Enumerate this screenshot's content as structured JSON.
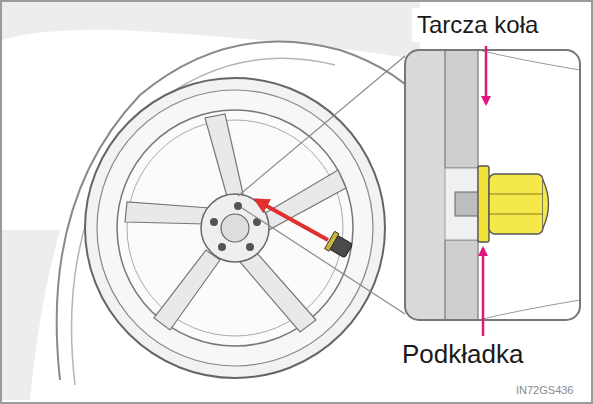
{
  "diagram": {
    "labels": [
      "Tarcza koła",
      "Podkładka",
      "IN72GS436"
    ]
  }
}
